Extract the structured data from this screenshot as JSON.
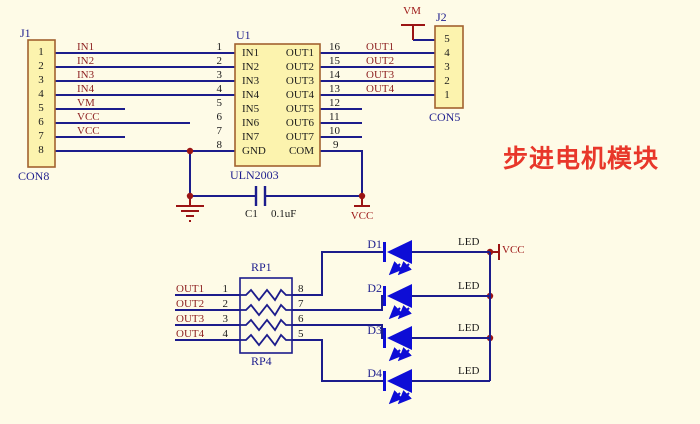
{
  "title": "步进电机模块",
  "colors": {
    "background": "#FEFBE7",
    "wire": "#1C1C8C",
    "component_fill": "#FCF3AE",
    "component_border": "#A2622F",
    "net_label": "#8E2222",
    "designator": "#1F1F8E",
    "power_symbol": "#9B1414",
    "led_blue": "#0D0DD6",
    "title_red": "#E8372A"
  },
  "j1": {
    "designator": "J1",
    "footprint": "CON8",
    "pins": [
      "1",
      "2",
      "3",
      "4",
      "5",
      "6",
      "7",
      "8"
    ]
  },
  "j1_nets": [
    "IN1",
    "IN2",
    "IN3",
    "IN4",
    "VM",
    "VCC",
    "VCC"
  ],
  "u1": {
    "designator": "U1",
    "part": "ULN2003",
    "left_pins": [
      {
        "num": "1",
        "name": "IN1"
      },
      {
        "num": "2",
        "name": "IN2"
      },
      {
        "num": "3",
        "name": "IN3"
      },
      {
        "num": "4",
        "name": "IN4"
      },
      {
        "num": "5",
        "name": "IN5"
      },
      {
        "num": "6",
        "name": "IN6"
      },
      {
        "num": "7",
        "name": "IN7"
      },
      {
        "num": "8",
        "name": "GND"
      }
    ],
    "right_pins": [
      {
        "num": "16",
        "name": "OUT1"
      },
      {
        "num": "15",
        "name": "OUT2"
      },
      {
        "num": "14",
        "name": "OUT3"
      },
      {
        "num": "13",
        "name": "OUT4"
      },
      {
        "num": "12",
        "name": "OUT5"
      },
      {
        "num": "11",
        "name": "OUT6"
      },
      {
        "num": "10",
        "name": "OUT7"
      },
      {
        "num": "9",
        "name": "COM"
      }
    ]
  },
  "out_nets": [
    "OUT1",
    "OUT2",
    "OUT3",
    "OUT4"
  ],
  "j2": {
    "designator": "J2",
    "footprint": "CON5",
    "pins": [
      "5",
      "4",
      "3",
      "2",
      "1"
    ]
  },
  "power": {
    "vm": "VM",
    "vcc": "VCC"
  },
  "c1": {
    "designator": "C1",
    "value": "0.1uF"
  },
  "rp": {
    "designator": "RP1",
    "value": "RP4",
    "nets": [
      "OUT1",
      "OUT2",
      "OUT3",
      "OUT4"
    ],
    "left_pins": [
      "1",
      "2",
      "3",
      "4"
    ],
    "right_pins": [
      "8",
      "7",
      "6",
      "5"
    ]
  },
  "leds": [
    {
      "designator": "D1",
      "label": "LED"
    },
    {
      "designator": "D2",
      "label": "LED"
    },
    {
      "designator": "D3",
      "label": "LED"
    },
    {
      "designator": "D4",
      "label": "LED"
    }
  ]
}
